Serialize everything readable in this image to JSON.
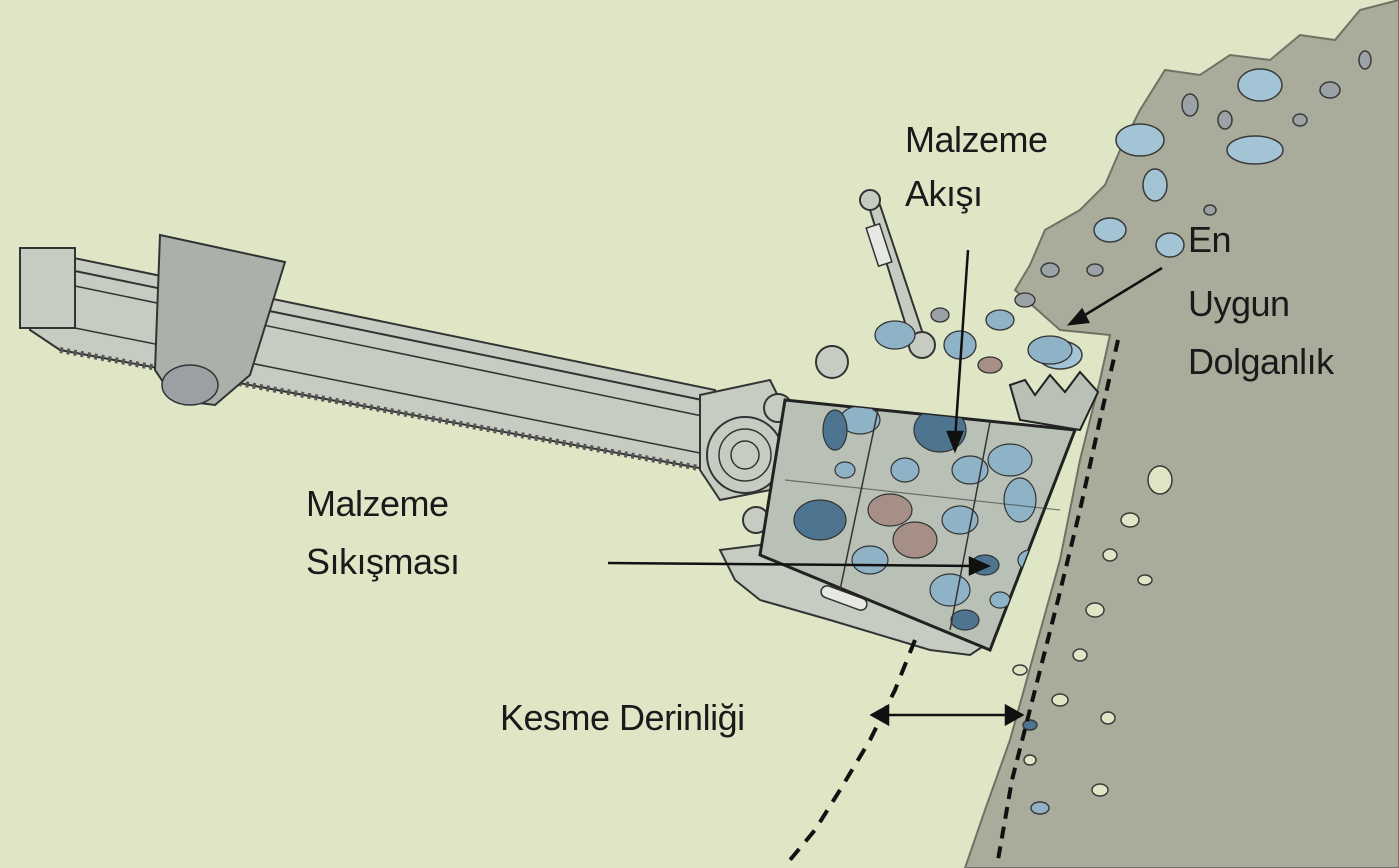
{
  "labels": {
    "flow_line1": "Malzeme",
    "flow_line2": "Akışı",
    "fill_line1": "En",
    "fill_line2": "Uygun",
    "fill_line3": "Dolganlık",
    "jam_line1": "Malzeme",
    "jam_line2": "Sıkışması",
    "depth": "Kesme Derinliği"
  },
  "colors": {
    "background": "#dfe6c6",
    "rock_face": "#a9ac9b",
    "machine": "#c7ccc2",
    "stone_blue": "#8fb3c6",
    "stone_dark": "#4e7590",
    "stone_brown": "#a58f86",
    "ink": "#1a1a1a"
  }
}
